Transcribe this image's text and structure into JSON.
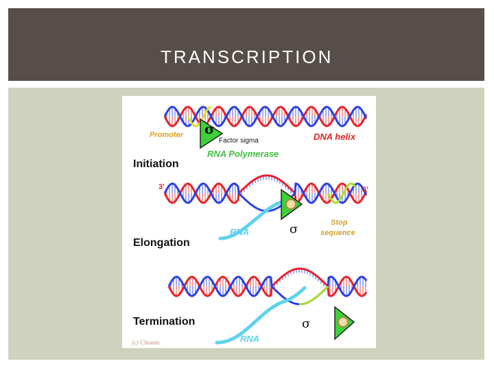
{
  "slide": {
    "title": "TRANSCRIPTION"
  },
  "diagram": {
    "labels": {
      "promoter": "Promoter",
      "factor_sigma": "Factor sigma",
      "dna_helix": "DNA helix",
      "rna_polymerase": "RNA Polymerase",
      "initiation": "Initiation",
      "three_prime": "3'",
      "five_prime": "5'",
      "stop_line1": "Stop",
      "stop_line2": "sequence",
      "rna_elongation": "RNA",
      "sigma_elongation": "σ",
      "elongation": "Elongation",
      "termination": "Termination",
      "sigma_termination": "σ",
      "rna_termination": "RNA",
      "copyright": "(c) Chomis",
      "sigma_symbol_top": "σ"
    },
    "colors": {
      "strand_red": "#e8202a",
      "strand_blue": "#2a3fe0",
      "rung_red": "#e86a6a",
      "rung_blue": "#6a74e6",
      "promoter_yellow": "#e0e020",
      "stop_green": "#a6e02a",
      "polymerase_green": "#3ecf3a",
      "rna_cyan": "#5fd2ee",
      "promoter_label": "#e0a020",
      "dna_label": "#e02020",
      "polymerase_label": "#40c040",
      "stop_label": "#d0a030",
      "copyright_label": "#d0b0a0"
    }
  }
}
